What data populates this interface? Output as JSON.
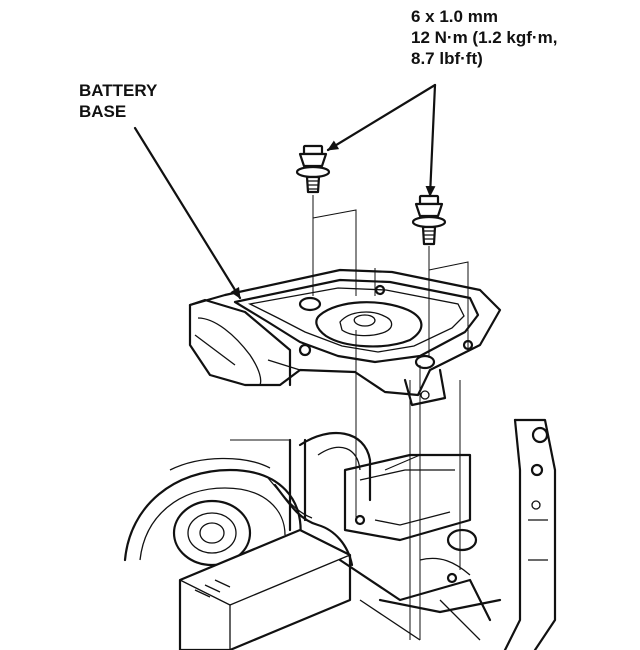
{
  "labels": {
    "battery_base_line1": "BATTERY",
    "battery_base_line2": "BASE",
    "bolt_size": "6 x 1.0 mm",
    "torque_line1": "12 N·m (1.2 kgf·m,",
    "torque_line2": "8.7 lbf·ft)"
  },
  "colors": {
    "ink": "#111111",
    "paper": "#ffffff"
  }
}
